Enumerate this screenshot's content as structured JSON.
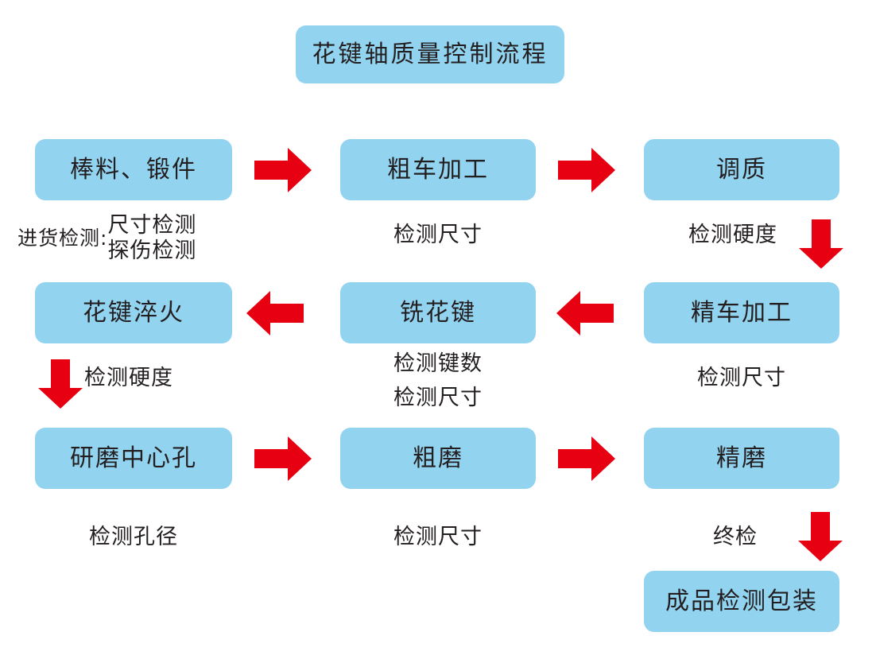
{
  "diagram": {
    "title": "花键轴质量控制流程",
    "background": "#ffffff",
    "node_color": "#92d3f0",
    "arrow_color": "#e60012",
    "text_color": "#231f20"
  },
  "nodes": {
    "title": "花键轴质量控制流程",
    "bar_forging": "棒料、锻件",
    "rough_turning": "粗车加工",
    "quench_temper": "调质",
    "spline_quench": "花键淬火",
    "mill_spline": "铣花键",
    "fine_turning": "精车加工",
    "grind_center_hole": "研磨中心孔",
    "rough_grind": "粗磨",
    "fine_grind": "精磨",
    "final_inspect_pack": "成品检测包装"
  },
  "captions": {
    "incoming_prefix": "进货检测:",
    "incoming_line1": "尺寸检测",
    "incoming_line2": "探伤检测",
    "rough_turning_check": "检测尺寸",
    "quench_temper_check": "检测硬度",
    "spline_quench_check": "检测硬度",
    "mill_spline_line1": "检测键数",
    "mill_spline_line2": "检测尺寸",
    "fine_turning_check": "检测尺寸",
    "grind_center_hole_check": "检测孔径",
    "rough_grind_check": "检测尺寸",
    "final_check": "终检"
  },
  "icons": {
    "arrow_right": "arrow-right-icon",
    "arrow_left": "arrow-left-icon",
    "arrow_down": "arrow-down-icon"
  }
}
